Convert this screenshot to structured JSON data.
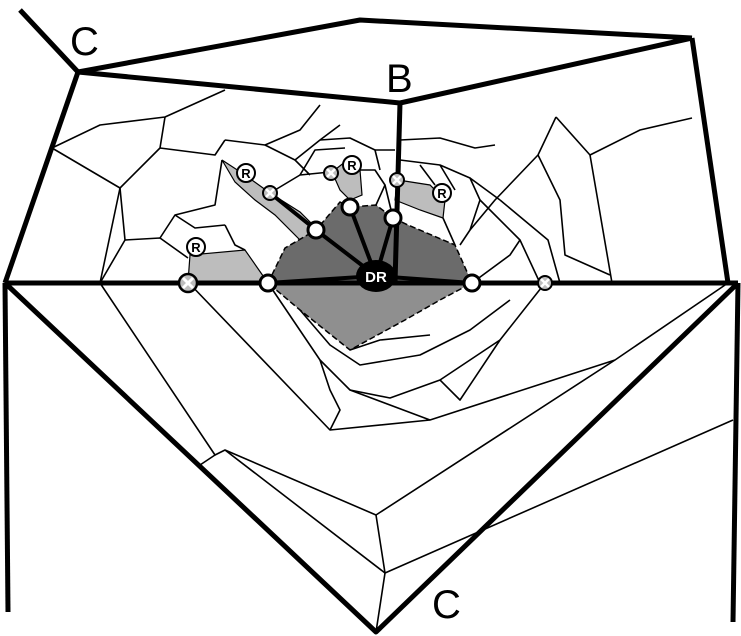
{
  "labels": {
    "c_top": "C",
    "b_top": "B",
    "c_bottom": "C",
    "dr": "DR",
    "r": "R"
  },
  "colors": {
    "background": "#ffffff",
    "stroke": "#000000",
    "dark_region": "#6b6b6b",
    "mid_region": "#8f8f8f",
    "light_region": "#bdbdbd",
    "node_fill": "#ffffff",
    "cross_fill": "#bdbdbd",
    "dr_fill": "#000000"
  }
}
